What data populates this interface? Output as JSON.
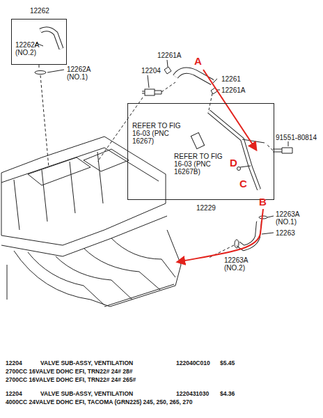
{
  "diagram": {
    "nodes": [
      {
        "text": [
          "12262",
          "12262A (NO.2)"
        ]
      },
      {
        "text": [
          "REFER TO FIG 16-03 (PNC 16267)",
          "REFER TO FIG 16-03 (PNC 16267B)",
          "12229"
        ]
      }
    ],
    "labels": [
      "12262A (NO.1)",
      "12204",
      "12261A",
      "A",
      "12261",
      "12261A",
      "91551-80814",
      "D",
      "C",
      "B",
      "12263A (NO.1)",
      "12263",
      "12263A (NO.2)",
      "12204",
      "VALVE SUB-ASSY, VENTILATION",
      "122040C010",
      "$5.45",
      "2700CC 16VALVE DOHC EFI, TRN22# 24# 28#",
      "2700CC 16VALVE DOHC EFI, TRN22# 24# 265#",
      "12204",
      "VALVE SUB-ASSY, VENTILATION",
      "1220431030",
      "$4.36",
      "4000CC 24VALVE DOHC EFI, TACOMA (GRN225) 245, 250, 265, 270"
    ]
  }
}
